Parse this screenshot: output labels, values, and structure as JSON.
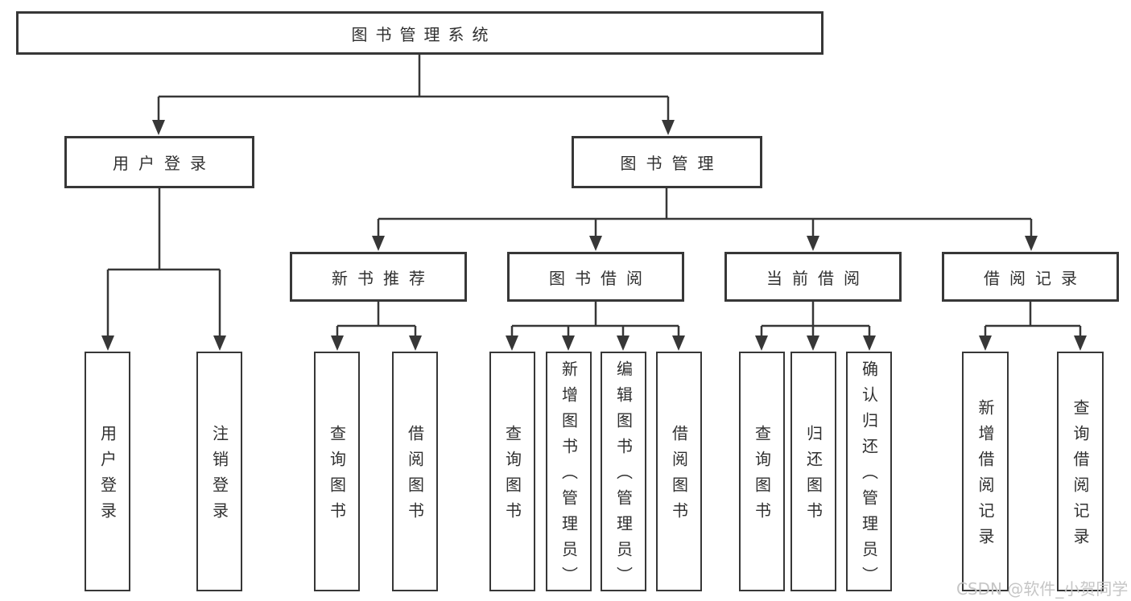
{
  "title": "图书管理系统",
  "nodes": {
    "user_login": "用户登录",
    "book_mgmt": "图书管理",
    "new_book_rec": "新书推荐",
    "book_borrow": "图书借阅",
    "current_borrow": "当前借阅",
    "borrow_record": "借阅记录"
  },
  "leaves": {
    "user_login": [
      "用户登录",
      "注销登录"
    ],
    "new_book_rec": [
      "查询图书",
      "借阅图书"
    ],
    "book_borrow": [
      "查询图书",
      "新增图书（管理员）",
      "编辑图书（管理员）",
      "借阅图书"
    ],
    "current_borrow": [
      "查询图书",
      "归还图书",
      "确认归还（管理员）"
    ],
    "borrow_record": [
      "新增借阅记录",
      "查询借阅记录"
    ]
  },
  "watermark": "CSDN @软件_小贺同学",
  "colors": {
    "line": "#373737",
    "text": "#303030",
    "watermark": "#c6c6c6",
    "background": "#ffffff"
  }
}
